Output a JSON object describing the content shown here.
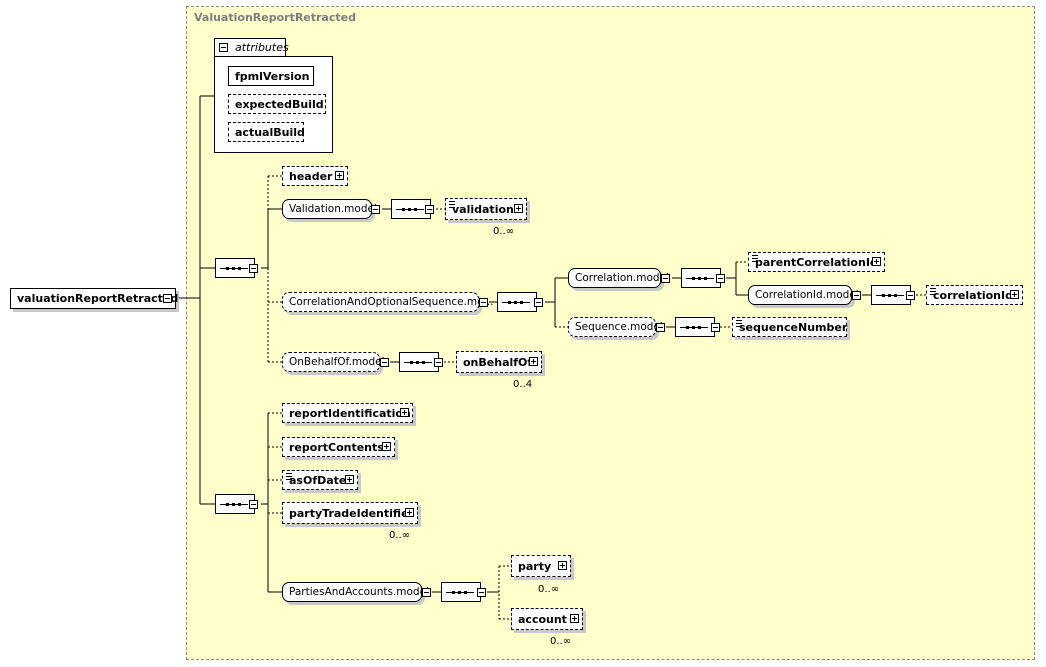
{
  "pane": {
    "title": "ValuationReportRetracted"
  },
  "root": {
    "label": "valuationReportRetracted"
  },
  "attributes": {
    "tab_label": "attributes",
    "items": [
      "fpmlVersion",
      "expectedBuild",
      "actualBuild"
    ]
  },
  "elements": {
    "header": "header",
    "validation_model": "Validation.model",
    "validation": "validation",
    "validation_card": "0..∞",
    "correlation_seq_model": "CorrelationAndOptionalSequence.mo...",
    "correlation_model": "Correlation.model",
    "parent_correlation_id": "parentCorrelationId",
    "correlation_id_model": "CorrelationId.model",
    "correlation_id": "correlationId",
    "sequence_model": "Sequence.model",
    "sequence_number": "sequenceNumber",
    "on_behalf_of_model": "OnBehalfOf.model",
    "on_behalf_of": "onBehalfOf",
    "on_behalf_of_card": "0..4",
    "report_identification": "reportIdentification",
    "report_contents": "reportContents",
    "as_of_date": "asOfDate",
    "party_trade_identifier": "partyTradeIdentifier",
    "party_trade_identifier_card": "0..∞",
    "parties_accounts_model": "PartiesAndAccounts.model",
    "party": "party",
    "party_card": "0..∞",
    "account": "account",
    "account_card": "0..∞"
  }
}
